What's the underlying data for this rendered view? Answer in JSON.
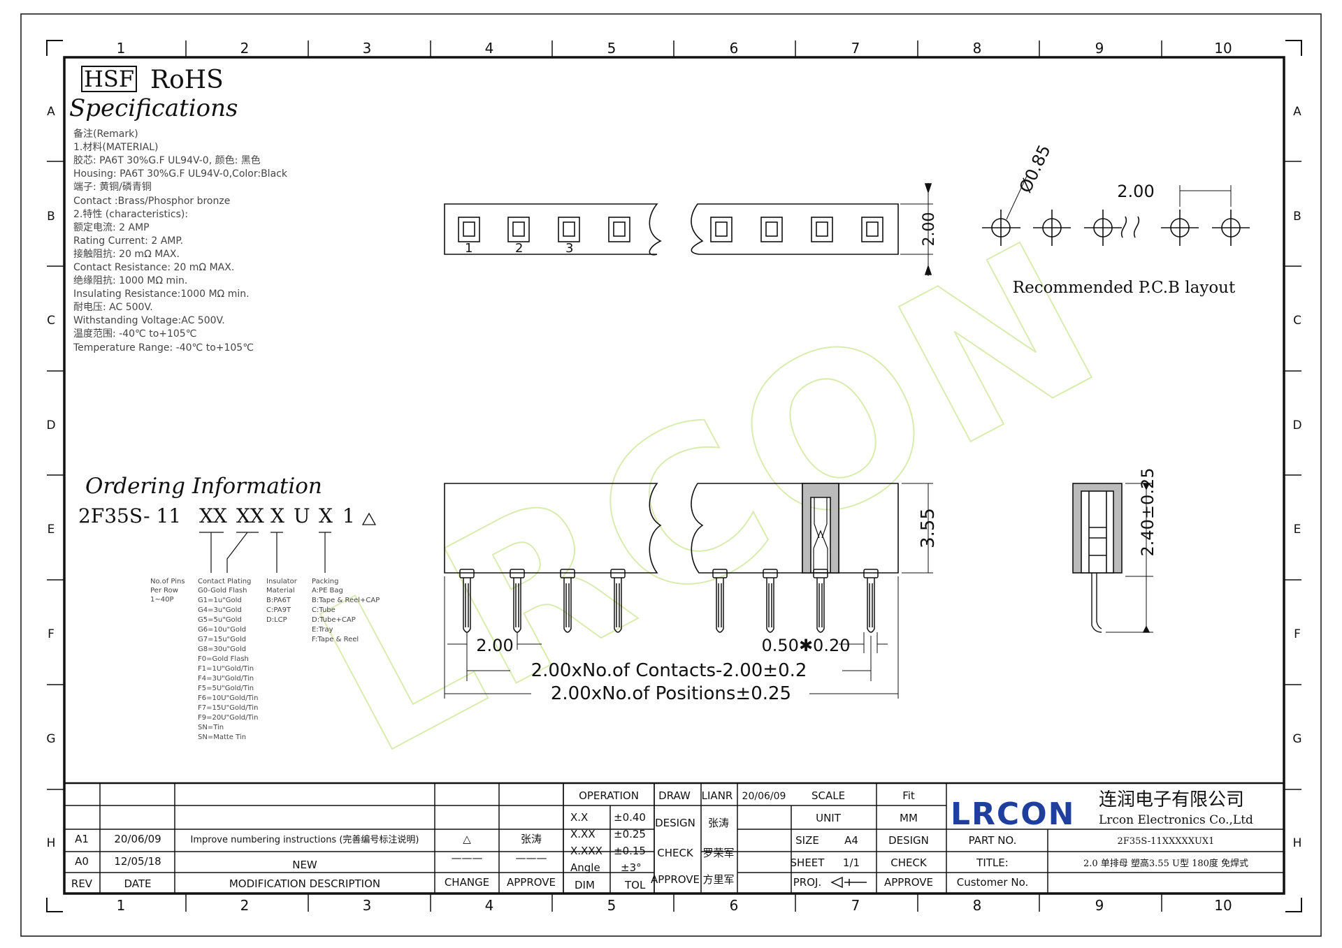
{
  "frame": {
    "columns": [
      "1",
      "2",
      "3",
      "4",
      "5",
      "6",
      "7",
      "8",
      "9",
      "10"
    ],
    "rows": [
      "A",
      "B",
      "C",
      "D",
      "E",
      "F",
      "G",
      "H"
    ]
  },
  "header": {
    "hsf": "HSF",
    "rohs": "RoHS",
    "title": "Specifications"
  },
  "remarks": [
    "备注(Remark)",
    "1.材料(MATERIAL)",
    "胶芯: PA6T 30%G.F UL94V-0, 颜色: 黑色",
    "Housing: PA6T 30%G.F UL94V-0,Color:Black",
    "端子: 黄铜/磷青铜",
    "Contact :Brass/Phosphor bronze",
    "2.特性 (characteristics):",
    "额定电流: 2 AMP",
    "Rating Current: 2 AMP.",
    "接触阻抗: 20 mΩ MAX.",
    "Contact Resistance: 20 mΩ MAX.",
    "绝缘阻抗: 1000 MΩ min.",
    "Insulating Resistance:1000 MΩ min.",
    "耐电压: AC 500V.",
    "Withstanding Voltage:AC 500V.",
    "温度范围: -40℃ to+105℃",
    "Temperature Range: -40℃ to+105℃"
  ],
  "watermark": "LRCON",
  "top_view": {
    "pins": [
      "1",
      "2",
      "3"
    ],
    "height_dim": "2.00"
  },
  "pcb": {
    "diameter": "Ø0.85",
    "pitch": "2.00",
    "caption": "Recommended P.C.B layout"
  },
  "ordering": {
    "title": "Ordering Information",
    "code_prefix": "2F35S- 11",
    "code_parts": [
      "XX",
      "XX",
      "X",
      "U",
      "X",
      "1"
    ],
    "legend_pins": [
      "No.of Pins",
      "Per Row",
      "1~40P"
    ],
    "legend_plating": [
      "Contact Plating",
      "G0-Gold Flash",
      "G1=1u\"Gold",
      "G4=3u\"Gold",
      "G5=5u\"Gold",
      "G6=10u\"Gold",
      "G7=15u\"Gold",
      "G8=30u\"Gold",
      "F0=Gold Flash",
      "F1=1U\"Gold/Tin",
      "F4=3U\"Gold/Tin",
      "F5=5U\"Gold/Tin",
      "F6=10U\"Gold/Tin",
      "F7=15U\"Gold/Tin",
      "F9=20U\"Gold/Tin",
      "SN=Tin",
      "SN=Matte Tin"
    ],
    "legend_insulator": [
      "Insulator",
      "Material",
      "B:PA6T",
      "C:PA9T",
      "D:LCP"
    ],
    "legend_packing": [
      "Packing",
      "A:PE Bag",
      "B:Tape & Reel+CAP",
      "C:Tube",
      "D:Tube+CAP",
      "E:Tray",
      "F:Tape & Reel"
    ]
  },
  "front_view": {
    "height_dim": "3.55",
    "pitch_dim": "2.00",
    "pin_dim": "0.50✱0.20",
    "contacts_dim": "2.00xNo.of Contacts-2.00±0.2",
    "positions_dim": "2.00xNo.of Positions±0.25"
  },
  "side_view": {
    "dim": "2.40±0.25"
  },
  "revisions": {
    "rows": [
      {
        "rev": "A1",
        "date": "20/06/09",
        "desc": "Improve numbering instructions (完善编号标注说明)",
        "change": "△",
        "approve": "张涛"
      },
      {
        "rev": "A0",
        "date": "12/05/18",
        "desc": "NEW",
        "change": "———",
        "approve": "———"
      }
    ],
    "head": {
      "rev": "REV",
      "date": "DATE",
      "desc": "MODIFICATION DESCRIPTION",
      "change": "CHANGE",
      "approve": "APPROVE"
    }
  },
  "tolerance": {
    "title": "OPERATION",
    "rows": [
      [
        "X.X",
        "±0.40"
      ],
      [
        "X.XX",
        "±0.25"
      ],
      [
        "X.XXX",
        "±0.15"
      ],
      [
        "Angle",
        "±3°"
      ]
    ],
    "foot": [
      "DIM",
      "TOL"
    ]
  },
  "signoff": {
    "draw_label": "DRAW",
    "draw_name": "LIANR",
    "draw_date": "20/06/09",
    "design_label": "DESIGN",
    "design_name": "张涛",
    "check_label": "CHECK",
    "check_name": "罗荣军",
    "approve_label": "APPROVE",
    "approve_name": "方里军"
  },
  "sheet": {
    "scale_label": "SCALE",
    "scale_value": "Fit",
    "unit_label": "UNIT",
    "unit_value": "MM",
    "size_label": "SIZE",
    "size_value": "A4",
    "design_label": "DESIGN",
    "sheet_label": "SHEET",
    "sheet_value": "1/1",
    "check_label": "CHECK",
    "proj_label": "PROJ.",
    "approve_label": "APPROVE"
  },
  "company": {
    "logo": "LRCON",
    "name_cn": "连润电子有限公司",
    "name_en": "Lrcon Electronics Co.,Ltd",
    "part_label": "PART NO.",
    "part_value": "2F35S-11XXXXXUX1",
    "title_label": "TITLE:",
    "title_value": "2.0 单排母 塑高3.55 U型 180度 免焊式",
    "customer_label": "Customer No."
  },
  "colors": {
    "line": "#111111",
    "watermark": "#d8ecb0",
    "logo": "#1f3f9f"
  }
}
